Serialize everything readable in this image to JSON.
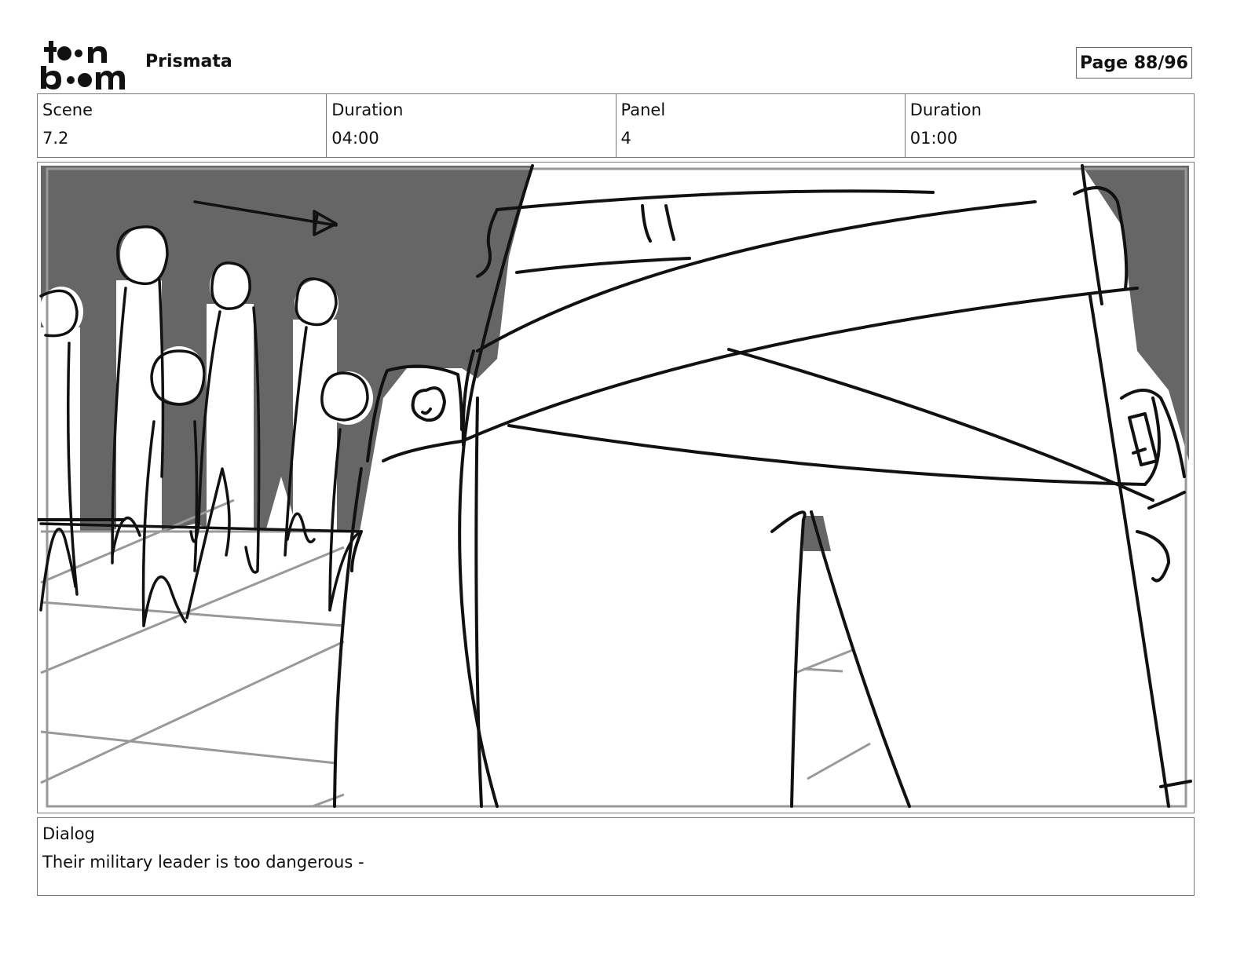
{
  "header": {
    "logo_name": "toon boom",
    "project_title": "Prismata",
    "page_indicator": "Page 88/96"
  },
  "info": {
    "scene_label": "Scene",
    "scene_value": "7.2",
    "scene_duration_label": "Duration",
    "scene_duration_value": "04:00",
    "panel_label": "Panel",
    "panel_value": "4",
    "panel_duration_label": "Duration",
    "panel_duration_value": "01:00"
  },
  "dialog": {
    "label": "Dialog",
    "text": "Their military leader is too dangerous -"
  },
  "colors": {
    "background_fill": "#666666",
    "line": "#111111",
    "guide": "#999999"
  }
}
